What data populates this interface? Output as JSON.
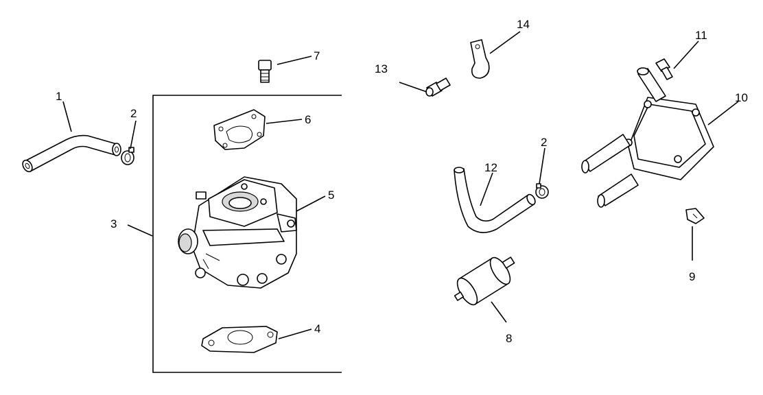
{
  "diagram": {
    "callouts": [
      {
        "id": "c1",
        "label": "1"
      },
      {
        "id": "c2a",
        "label": "2"
      },
      {
        "id": "c3",
        "label": "3"
      },
      {
        "id": "c4",
        "label": "4"
      },
      {
        "id": "c5",
        "label": "5"
      },
      {
        "id": "c6",
        "label": "6"
      },
      {
        "id": "c7",
        "label": "7"
      },
      {
        "id": "c8",
        "label": "8"
      },
      {
        "id": "c9",
        "label": "9"
      },
      {
        "id": "c10",
        "label": "10"
      },
      {
        "id": "c11",
        "label": "11"
      },
      {
        "id": "c12",
        "label": "12"
      },
      {
        "id": "c13",
        "label": "13"
      },
      {
        "id": "c14",
        "label": "14"
      },
      {
        "id": "c2b",
        "label": "2"
      }
    ]
  }
}
